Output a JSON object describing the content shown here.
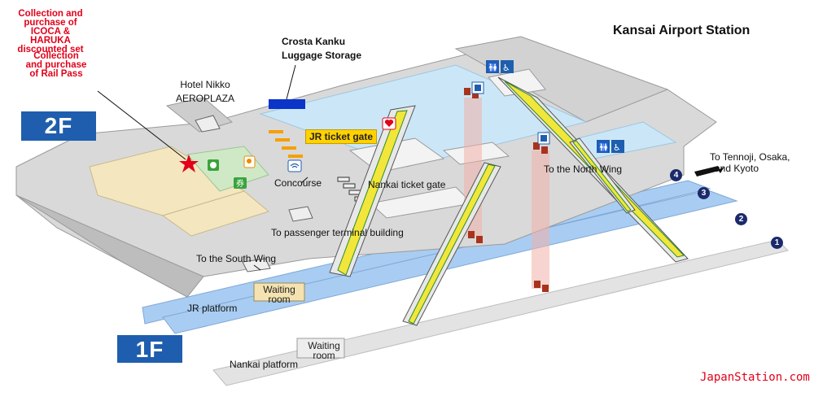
{
  "title": "Kansai Airport Station",
  "floors": {
    "upper": "2F",
    "lower": "1F"
  },
  "notes": {
    "icoca": [
      "Collection and",
      "purchase of",
      "ICOCA & HARUKA",
      "discounted set"
    ],
    "railpass": [
      "Collection",
      "and purchase",
      "of Rail Pass"
    ]
  },
  "labels": {
    "crosta_1": "Crosta Kanku",
    "crosta_2": "Luggage Storage",
    "hotel_1": "Hotel Nikko",
    "hotel_2": "AEROPLAZA",
    "jr_gate": "JR ticket gate",
    "concourse": "Concourse",
    "nankai_gate": "Nankai ticket gate",
    "north_wing": "To the North Wing",
    "terminal": "To passenger terminal building",
    "south_wing": "To the South Wing",
    "jr_platform": "JR platform",
    "nankai_platform": "Nankai platform",
    "waiting_1": "Waiting",
    "waiting_2": "room",
    "tennoji_1": "To Tennoji, Osaka,",
    "tennoji_2": "and Kyoto"
  },
  "tracks": [
    "1",
    "2",
    "3",
    "4"
  ],
  "icons": [
    "restroom-icon",
    "wheelchair-icon",
    "elevator-icon",
    "aed-icon",
    "wifi-icon",
    "star-icon",
    "ticket-machine-icon",
    "coin-locker-icon"
  ],
  "credit": "JapanStation.com",
  "colors": {
    "platform": "#a9cdf2",
    "floor": "#d9d9d9",
    "jr_zone": "#f4e6bf",
    "green_zone": "#cfe9c7",
    "concourse": "#cbe7f7",
    "escalator": "#f2e63a",
    "badge": "#1f5eae",
    "accent": "#e2001a"
  }
}
